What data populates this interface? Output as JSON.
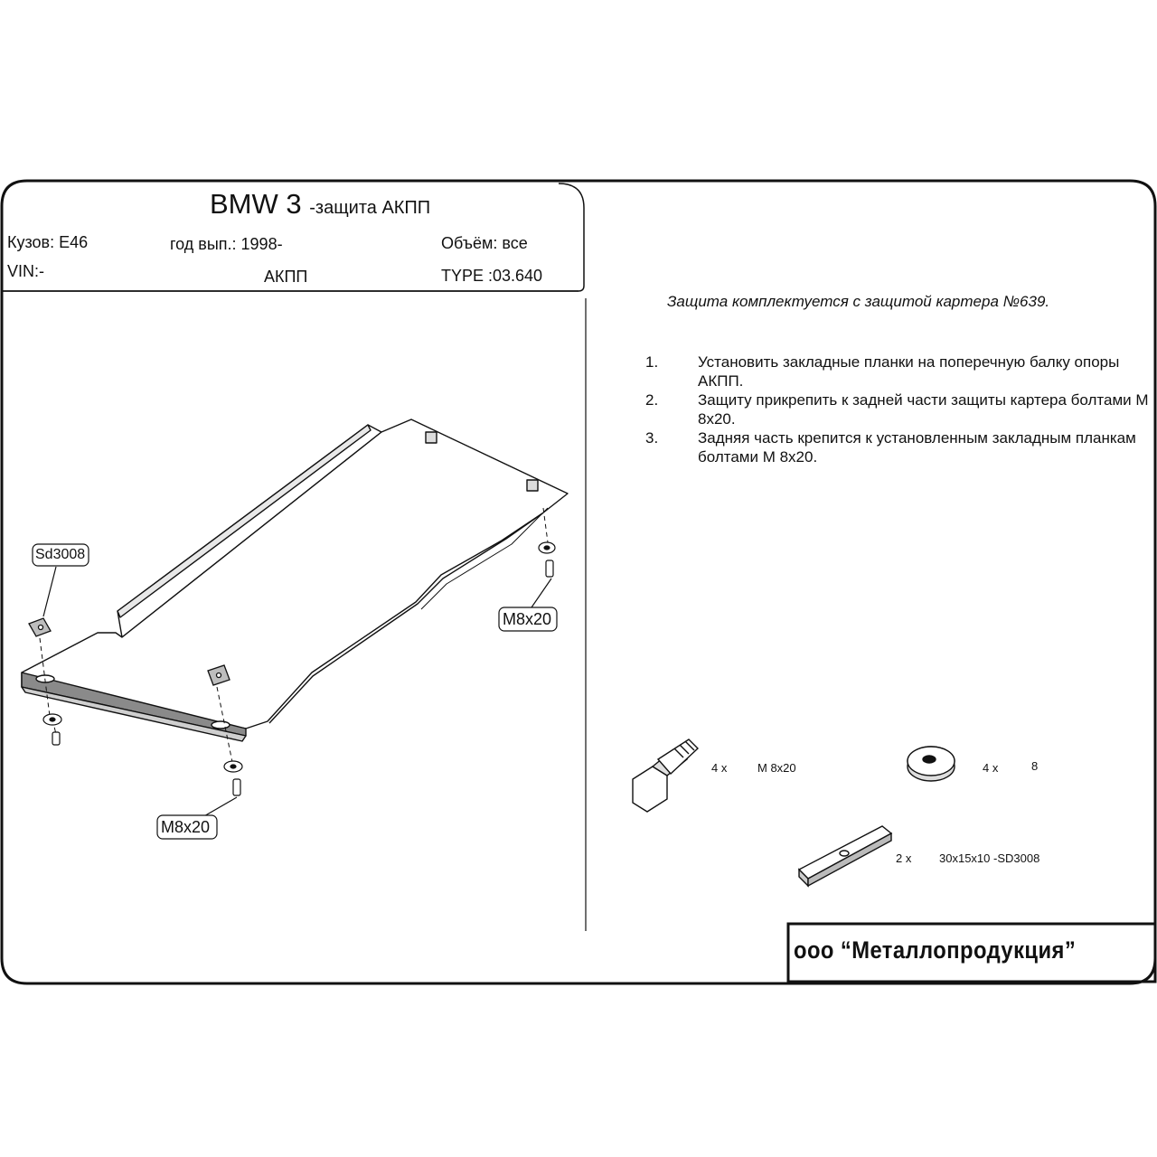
{
  "header": {
    "title_main": "BMW 3",
    "title_sub": "-защита АКПП",
    "body_label": "Кузов: E46",
    "year_label": "год вып.: 1998-",
    "volume_label": "Объём: все",
    "vin_label": "VIN:-",
    "transmission_label": "АКПП",
    "type_label": "TYPE :03.640"
  },
  "note": "Защита комплектуется с защитой картера №639.",
  "steps": [
    {
      "num": "1.",
      "text": "Установить закладные планки на поперечную балку опоры АКПП."
    },
    {
      "num": "2.",
      "text": "Защиту прикрепить к задней части защиты картера болтами М 8х20."
    },
    {
      "num": "3.",
      "text": "Задняя часть крепится к установленным закладным планкам болтами М 8х20."
    }
  ],
  "callouts": {
    "plate": "Sd3008",
    "bolt_right": "M8x20",
    "bolt_bottom": "M8x20"
  },
  "parts": [
    {
      "qty": "4 x",
      "name": "M 8x20",
      "icon": "bolt-icon"
    },
    {
      "qty": "4 x",
      "name": "8",
      "icon": "washer-icon"
    },
    {
      "qty": "2 x",
      "name": "30x15x10 -SD3008",
      "icon": "plate-icon"
    }
  ],
  "company": "ооо “Металлопродукция”"
}
